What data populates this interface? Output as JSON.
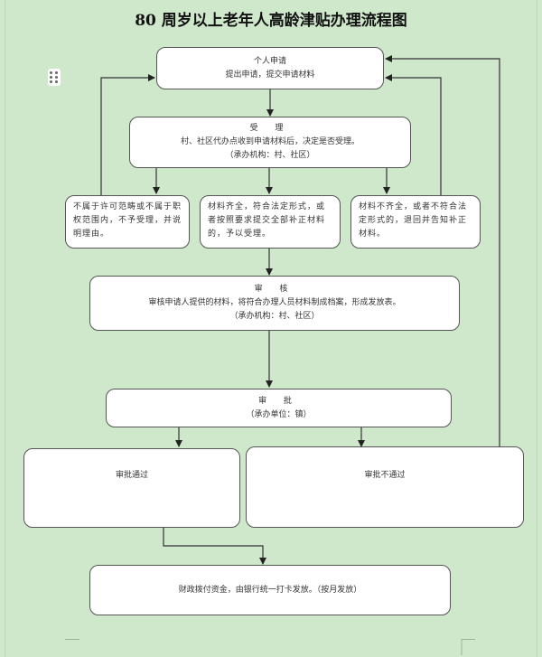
{
  "title": "80 周岁以上老年人高龄津贴办理流程图",
  "steps": {
    "apply": {
      "title": "个人申请",
      "desc": "提出申请，提交申请材料"
    },
    "accept": {
      "title": "受 理",
      "desc": "村、社区代办点收到申请材料后，决定是否受理。",
      "agency": "（承办机构：村、社区）"
    },
    "reject_scope": "不属于许可范畴或不属于职权范围内，不予受理，并说明理由。",
    "accept_ok": "材料齐全，符合法定形式，或者按照要求提交全部补正材料的，予以受理。",
    "incomplete": "材料不齐全，或者不符合法定形式的，退回并告知补正材料。",
    "review": {
      "title": "审 核",
      "desc": "审核申请人提供的材料，将符合办理人员材料制成档案，形成发放表。",
      "agency": "（承办机构：村、社区）"
    },
    "approve": {
      "title": "审 批",
      "agency": "（承办单位：镇）"
    },
    "passed": "审批通过",
    "not_passed": "审批不通过",
    "payout": "财政拨付资金，由银行统一打卡发放。（按月发放）"
  },
  "colors": {
    "background": "#cfe8cb",
    "box_border": "#555555",
    "line": "#333333"
  }
}
